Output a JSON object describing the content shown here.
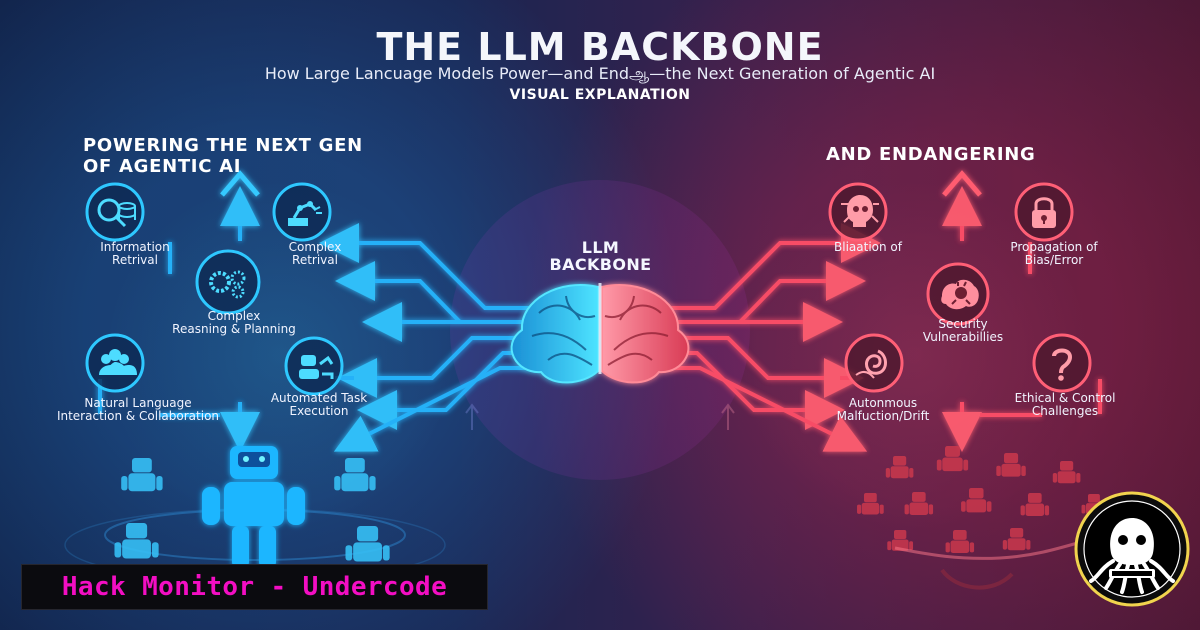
{
  "header": {
    "title": "THE LLM BACKBONE",
    "subtitle": "How Large Lancuage Models Power—and Endஆ—the Next Generation of Agentic AI",
    "explain": "VISUAL EXPLANATION"
  },
  "left": {
    "title": "POWERING THE NEXT GEN OF AGENTIC AI",
    "nodes": [
      {
        "label": "Information\nRetrival",
        "icon": "search-database-icon"
      },
      {
        "label": "Complex\nRetrival",
        "icon": "robot-arm-icon"
      },
      {
        "label": "Complex\nReasning & Planning",
        "icon": "gears-icon"
      },
      {
        "label": "Natural Language\nInteraction & Collaboration",
        "icon": "people-group-icon"
      },
      {
        "label": "Automated Task\nExecution",
        "icon": "automation-robot-icon"
      }
    ]
  },
  "right": {
    "title": "AND ENDANGERING",
    "nodes": [
      {
        "label": "Bliaation of",
        "icon": "skull-warning-icon"
      },
      {
        "label": "Propagation of\nBias/Error",
        "icon": "lock-icon"
      },
      {
        "label": "Security\nVulnerabillies",
        "icon": "bug-brain-icon"
      },
      {
        "label": "Autonmous\nMalfuction/Drift",
        "icon": "spiral-icon"
      },
      {
        "label": "Ethical & Control\nChallenges",
        "icon": "question-icon"
      }
    ]
  },
  "center": {
    "label": "LLM\nBACKBONE"
  },
  "watermark": {
    "text": "Hack Monitor - Undercode"
  },
  "colors": {
    "blue_accent": "#24b8ff",
    "red_accent": "#ff4a64",
    "watermark_pink": "#f30ec3"
  }
}
